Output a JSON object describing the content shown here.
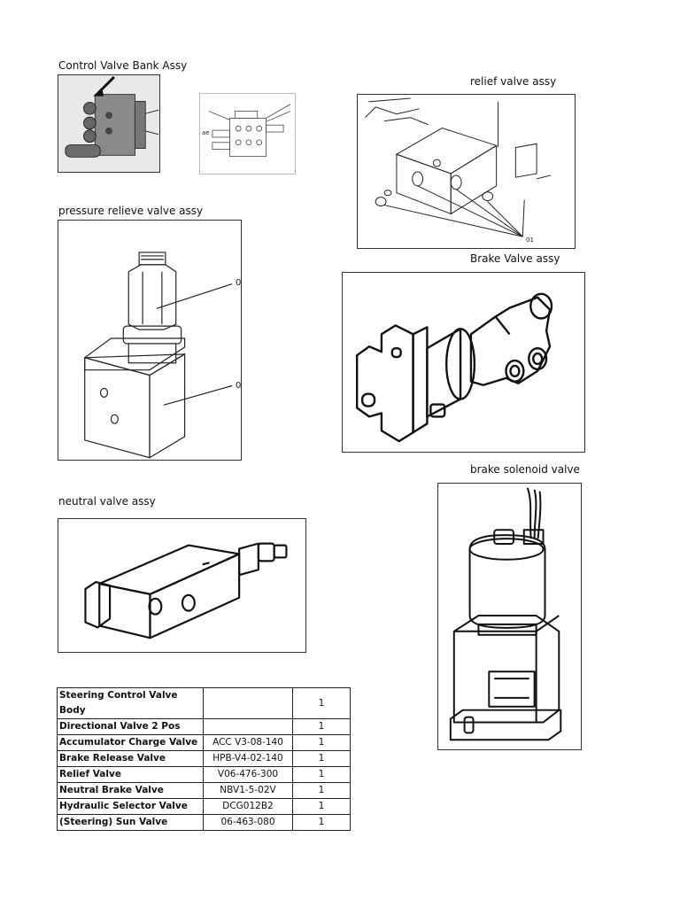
{
  "captions": {
    "control_valve_bank": "Control Valve Bank Assy",
    "relief_valve": "relief valve assy",
    "pressure_relieve_valve": "pressure relieve valve assy",
    "brake_valve": "Brake Valve assy",
    "brake_solenoid_valve": "brake solenoid valve",
    "neutral_valve": "neutral valve assy"
  },
  "callouts": {
    "pressure_top": "0",
    "pressure_bottom": "0",
    "relief_label": "01",
    "small_bank_label": "ae"
  },
  "parts_table": {
    "rows": [
      {
        "name": "Steering Control Valve Body",
        "part_no": "",
        "qty": "1"
      },
      {
        "name": "Directional Valve 2 Pos",
        "part_no": "",
        "qty": "1"
      },
      {
        "name": "Accumulator Charge Valve",
        "part_no": "ACC V3-08-140",
        "qty": "1"
      },
      {
        "name": "Brake Release Valve",
        "part_no": "HPB-V4-02-140",
        "qty": "1"
      },
      {
        "name": "Relief Valve",
        "part_no": "V06-476-300",
        "qty": "1"
      },
      {
        "name": "Neutral Brake Valve",
        "part_no": "NBV1-5-02V",
        "qty": "1"
      },
      {
        "name": "Hydraulic Selector Valve",
        "part_no": "DCG012B2",
        "qty": "1"
      },
      {
        "name": "(Steering) Sun Valve",
        "part_no": "06-463-080",
        "qty": "1"
      }
    ]
  }
}
